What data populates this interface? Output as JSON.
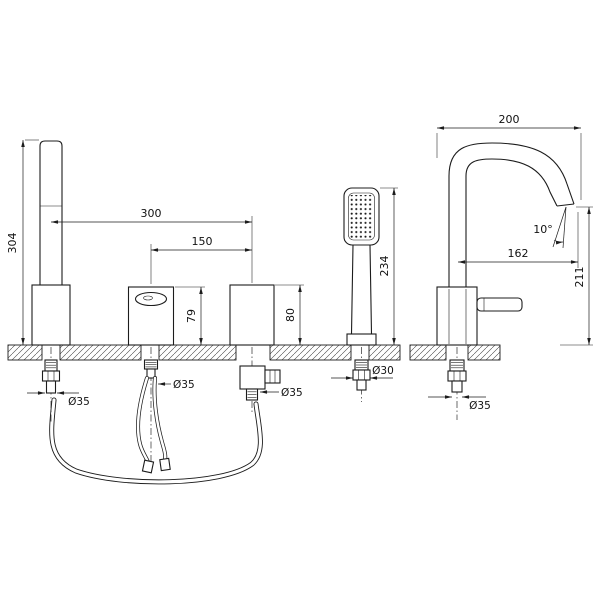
{
  "views": {
    "front": {
      "dims": {
        "spout_height": "304",
        "span_total": "300",
        "span_inner": "150",
        "valve_left_height": "79",
        "valve_right_height": "80",
        "handshower_height": "234",
        "spout_thread": "Ø35",
        "valve_thread": "Ø35",
        "diverter_thread": "Ø35",
        "handshower_thread": "Ø30"
      }
    },
    "side": {
      "dims": {
        "reach": "200",
        "outlet_angle": "10°",
        "outlet_offset": "162",
        "outlet_height": "211",
        "thread": "Ø35"
      }
    }
  }
}
